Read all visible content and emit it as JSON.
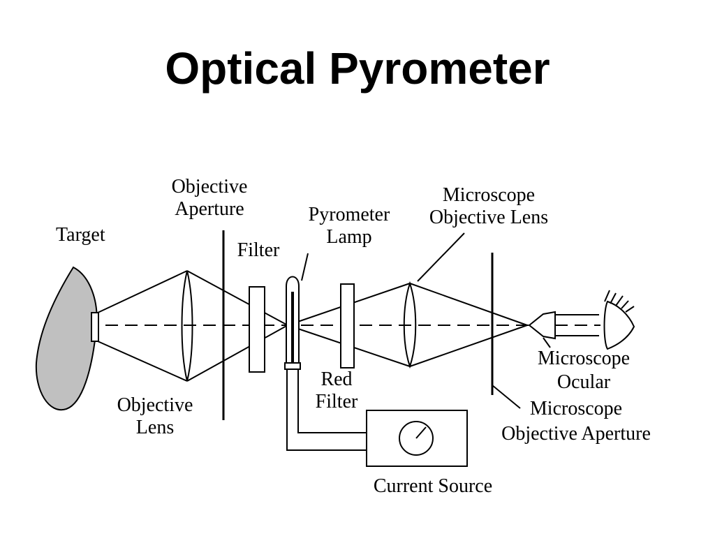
{
  "title": "Optical Pyrometer",
  "colors": {
    "line": "#000000",
    "target_fill": "#c0c0c0",
    "background": "#ffffff"
  },
  "labels": {
    "target": "Target",
    "objective_aperture": [
      "Objective",
      "Aperture"
    ],
    "filter": "Filter",
    "pyrometer_lamp": [
      "Pyrometer",
      "Lamp"
    ],
    "microscope_objective_lens": [
      "Microscope",
      "Objective Lens"
    ],
    "objective_lens": [
      "Objective",
      "Lens"
    ],
    "red_filter": [
      "Red",
      "Filter"
    ],
    "microscope_ocular": [
      "Microscope",
      "Ocular"
    ],
    "microscope_objective_aperture": [
      "Microscope",
      "Objective Aperture"
    ],
    "current_source": "Current Source"
  },
  "icons": {
    "eye": "eye-icon",
    "meter": "ammeter-dial-icon"
  }
}
